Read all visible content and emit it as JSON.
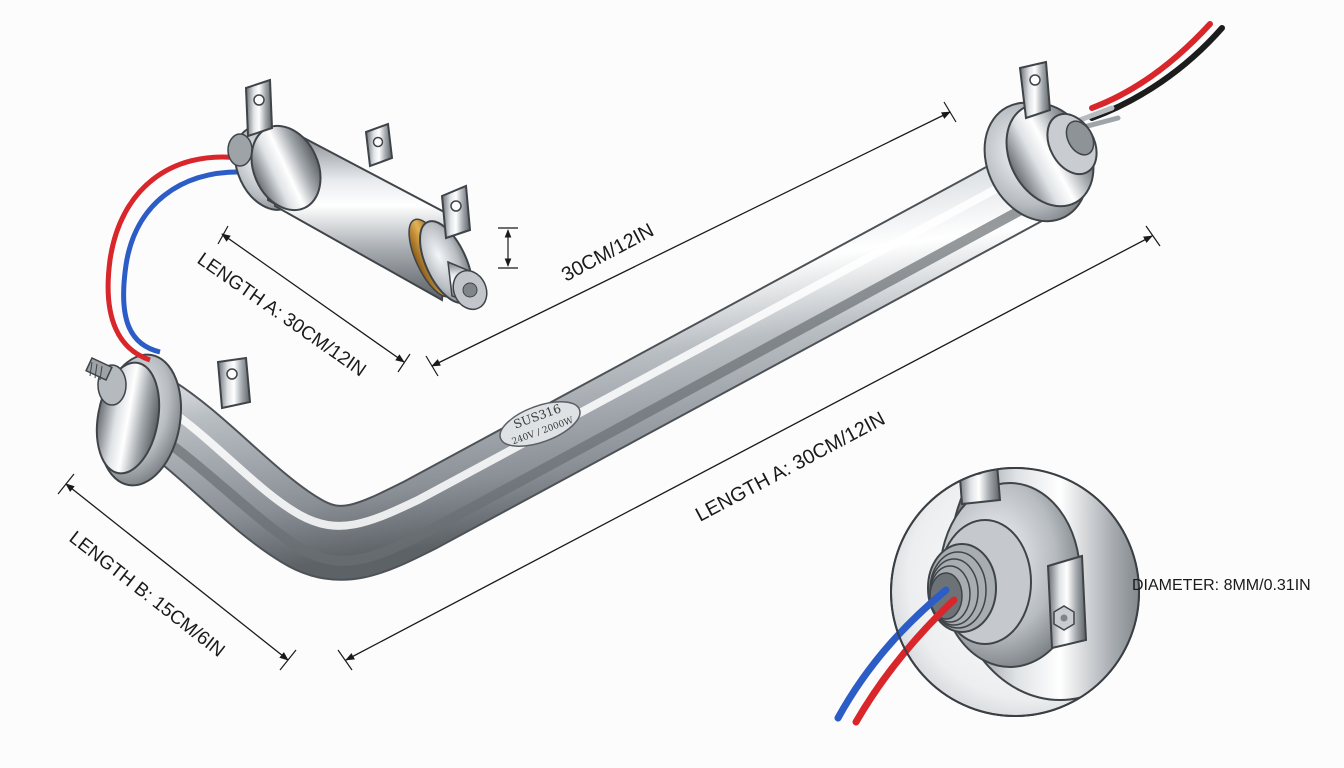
{
  "labels": {
    "length_a_short": "LENGTH A: 30CM/12IN",
    "length_center": "30CM/12IN",
    "length_a_long": "LENGTH A: 30CM/12IN",
    "length_b": "LENGTH B: 15CM/6IN",
    "diameter": "DIAMETER: 8MM/0.31IN"
  },
  "stamp": {
    "line1": "SUS316",
    "line2": "240V / 2000W"
  },
  "colors": {
    "background": "#fcfcfc",
    "steel_dark": "#6f7479",
    "steel_light": "#f2f4f6",
    "wire_red": "#d9262b",
    "wire_blue": "#2c5cc5",
    "wire_black": "#1c1c1c",
    "brass": "#c8902e",
    "dimension_line": "#1a1a1a"
  },
  "icons": {
    "wire": "wire-icon",
    "mounting_tab": "mounting-tab-icon",
    "threaded_fitting": "threaded-fitting-icon",
    "hex_nut": "hex-nut-icon"
  }
}
